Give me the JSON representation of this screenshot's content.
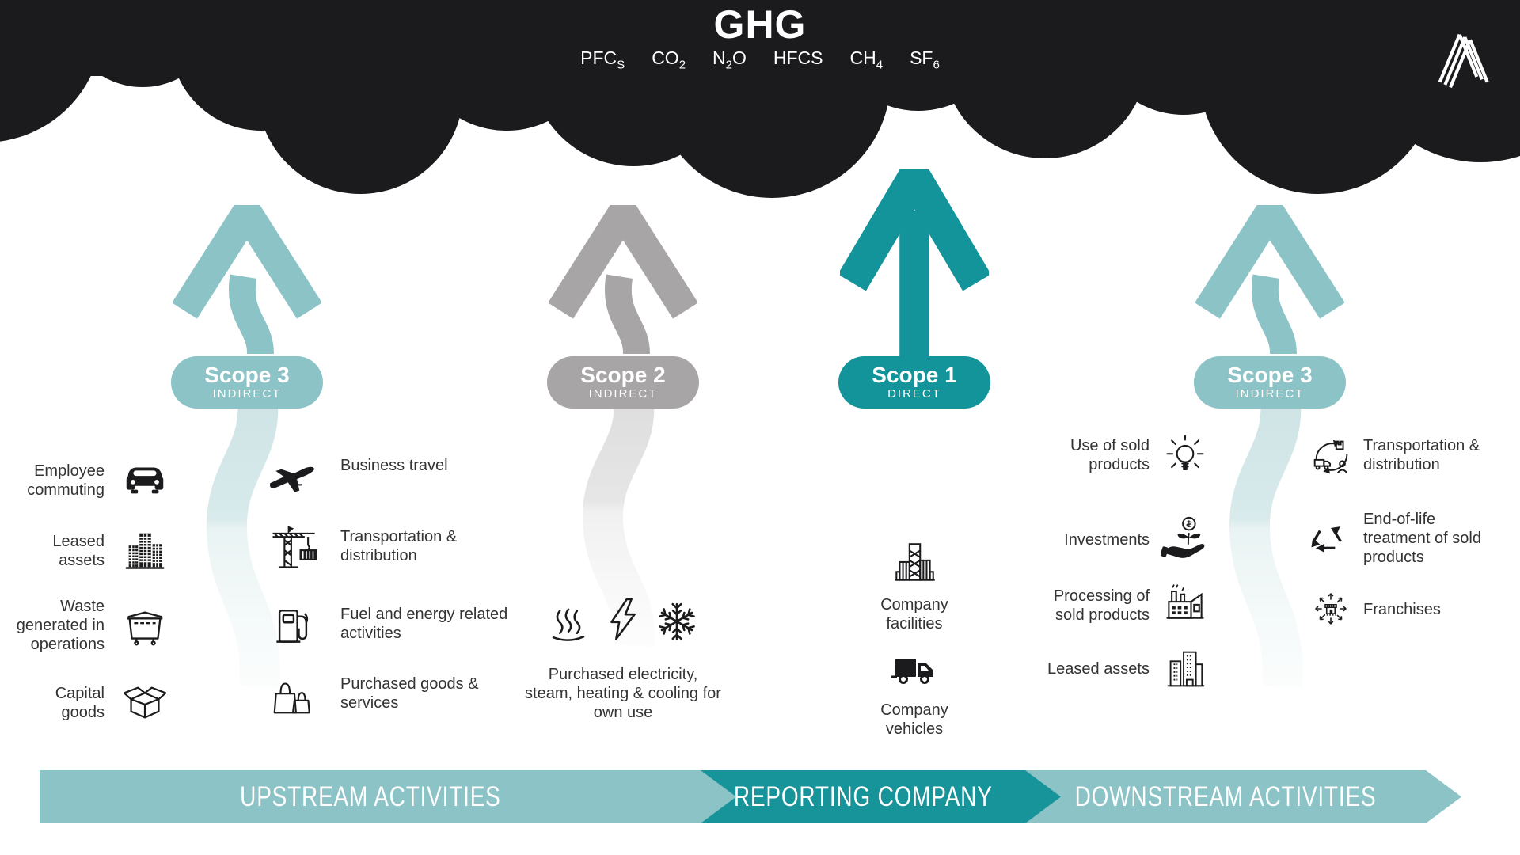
{
  "header": {
    "title": "GHG",
    "gases": [
      {
        "pre": "PFC",
        "sub": "S",
        "post": ""
      },
      {
        "pre": "CO",
        "sub": "2",
        "post": ""
      },
      {
        "pre": "N",
        "sub": "2",
        "post": "O"
      },
      {
        "pre": "HFCS",
        "sub": "",
        "post": ""
      },
      {
        "pre": "CH",
        "sub": "4",
        "post": ""
      },
      {
        "pre": "SF",
        "sub": "6",
        "post": ""
      }
    ],
    "logo": "stripe-a-logo"
  },
  "scopes": [
    {
      "name": "Scope 3",
      "type": "INDIRECT",
      "position": "upstream"
    },
    {
      "name": "Scope 2",
      "type": "INDIRECT",
      "position": "upstream-energy"
    },
    {
      "name": "Scope 1",
      "type": "DIRECT",
      "position": "reporting-company"
    },
    {
      "name": "Scope 3",
      "type": "INDIRECT",
      "position": "downstream"
    }
  ],
  "upstream": {
    "items": [
      {
        "label": "Employee commuting",
        "icon": "car-icon"
      },
      {
        "label": "Leased assets",
        "icon": "office-buildings-icon"
      },
      {
        "label": "Waste generated in operations",
        "icon": "dumpster-icon"
      },
      {
        "label": "Capital goods",
        "icon": "open-box-icon"
      },
      {
        "label": "Business travel",
        "icon": "airplane-icon"
      },
      {
        "label": "Transportation & distribution",
        "icon": "crane-icon"
      },
      {
        "label": "Fuel and energy related activities",
        "icon": "fuel-pump-icon"
      },
      {
        "label": "Purchased goods & services",
        "icon": "shopping-bags-icon"
      }
    ]
  },
  "scope2": {
    "icons": [
      "steam-icon",
      "lightning-icon",
      "snowflake-icon"
    ],
    "note": "Purchased electricity, steam, heating & cooling for own use"
  },
  "scope1": {
    "items": [
      {
        "label": "Company facilities",
        "icon": "company-building-icon"
      },
      {
        "label": "Company vehicles",
        "icon": "truck-icon"
      }
    ]
  },
  "downstream": {
    "items": [
      {
        "label": "Use of sold products",
        "icon": "lightbulb-icon"
      },
      {
        "label": "Investments",
        "icon": "investment-hand-icon"
      },
      {
        "label": "Processing of sold products",
        "icon": "factory-icon"
      },
      {
        "label": "Leased assets",
        "icon": "city-buildings-icon"
      },
      {
        "label": "Transportation & distribution",
        "icon": "logistics-cycle-icon"
      },
      {
        "label": "End-of-life treatment of sold products",
        "icon": "recycle-icon"
      },
      {
        "label": "Franchises",
        "icon": "franchise-network-icon"
      }
    ]
  },
  "banner": {
    "upstream": "UPSTREAM ACTIVITIES",
    "reporting": "REPORTING COMPANY",
    "downstream": "DOWNSTREAM ACTIVITIES"
  },
  "colors": {
    "cloud": "#1b1b1d",
    "scope1_teal_dark": "#13949a",
    "scope3_teal_light": "#8cc3c7",
    "scope2_gray": "#a7a5a6",
    "tail_teal": "#d5e9ea",
    "tail_gray": "#e3e3e3",
    "banner_light": "#8bc3c6",
    "banner_dark": "#17949a"
  }
}
